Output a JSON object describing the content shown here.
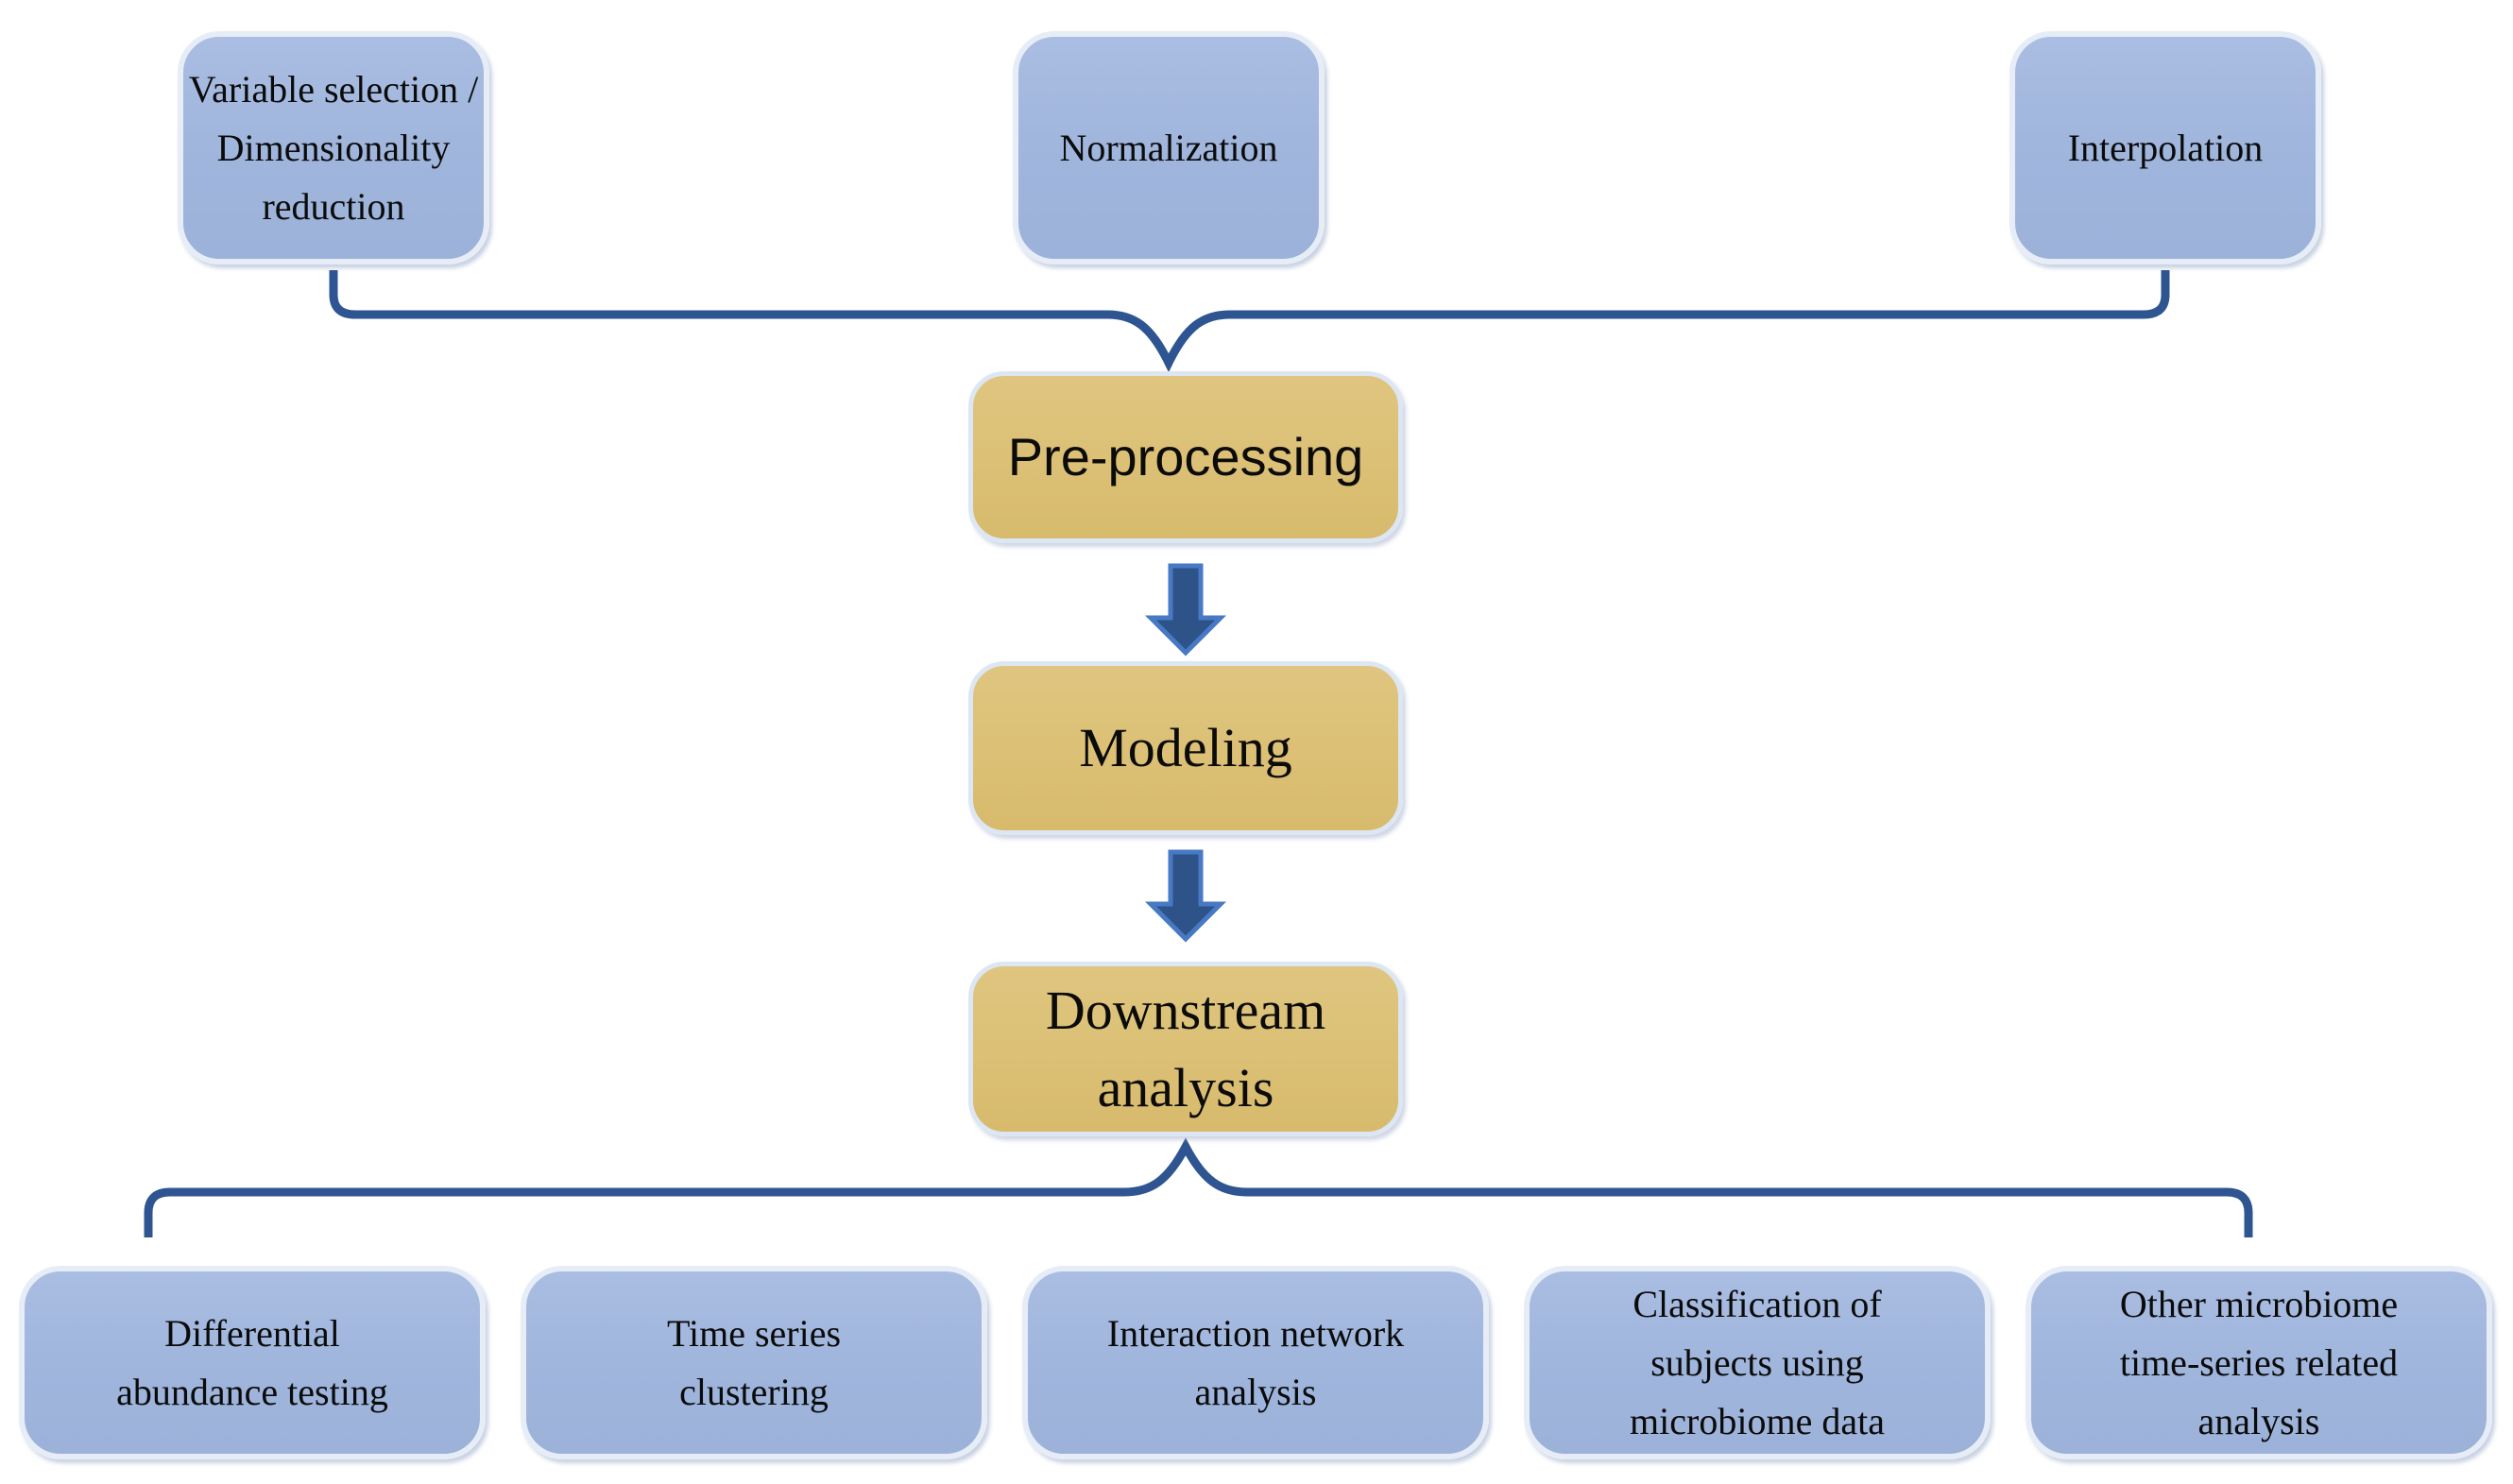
{
  "diagram": {
    "colors": {
      "blue_box_fill": "#9fb5dc",
      "blue_box_border": "#e7edf7",
      "gold_box_fill": "#dbbf74",
      "gold_box_border": "#dde6f3",
      "connector_brace": "#2e5591",
      "arrow_fill": "#2d5389",
      "arrow_border": "#4779c4",
      "text": "#0b0b0b",
      "background": "#ffffff"
    },
    "top_row": [
      {
        "label": "Variable selection /\nDimensionality\nreduction"
      },
      {
        "label": "Normalization"
      },
      {
        "label": "Interpolation"
      }
    ],
    "flow": [
      {
        "label": "Pre-processing"
      },
      {
        "label": "Modeling"
      },
      {
        "label": "Downstream\nanalysis"
      }
    ],
    "bottom_row": [
      {
        "label": "Differential\nabundance testing"
      },
      {
        "label": "Time series\nclustering"
      },
      {
        "label": "Interaction network\nanalysis"
      },
      {
        "label": "Classification of\nsubjects using\nmicrobiome data"
      },
      {
        "label": "Other microbiome\ntime-series related\nanalysis"
      }
    ]
  }
}
